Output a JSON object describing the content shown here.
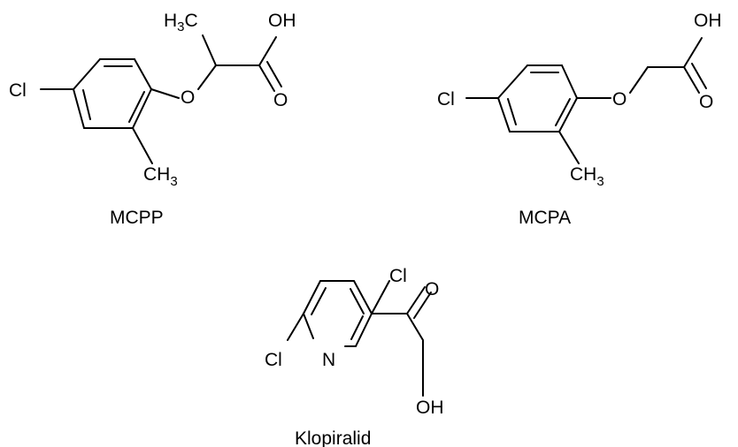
{
  "molecules": {
    "mcpp": {
      "name": "MCPP",
      "labels": {
        "cl": "Cl",
        "o_ether": "O",
        "oh": "OH",
        "o_carbonyl": "O",
        "h3c_main": "H",
        "h3c_sub": "3",
        "h3c_c": "C",
        "ch3_c": "CH",
        "ch3_sub": "3"
      }
    },
    "mcpa": {
      "name": "MCPA",
      "labels": {
        "cl": "Cl",
        "o_ether": "O",
        "oh": "OH",
        "o_carbonyl": "O",
        "ch3_c": "CH",
        "ch3_sub": "3"
      }
    },
    "klopiralid": {
      "name": "Klopiralid",
      "labels": {
        "cl_top": "Cl",
        "cl_left": "Cl",
        "n": "N",
        "o_carbonyl": "O",
        "oh": "OH"
      }
    }
  }
}
